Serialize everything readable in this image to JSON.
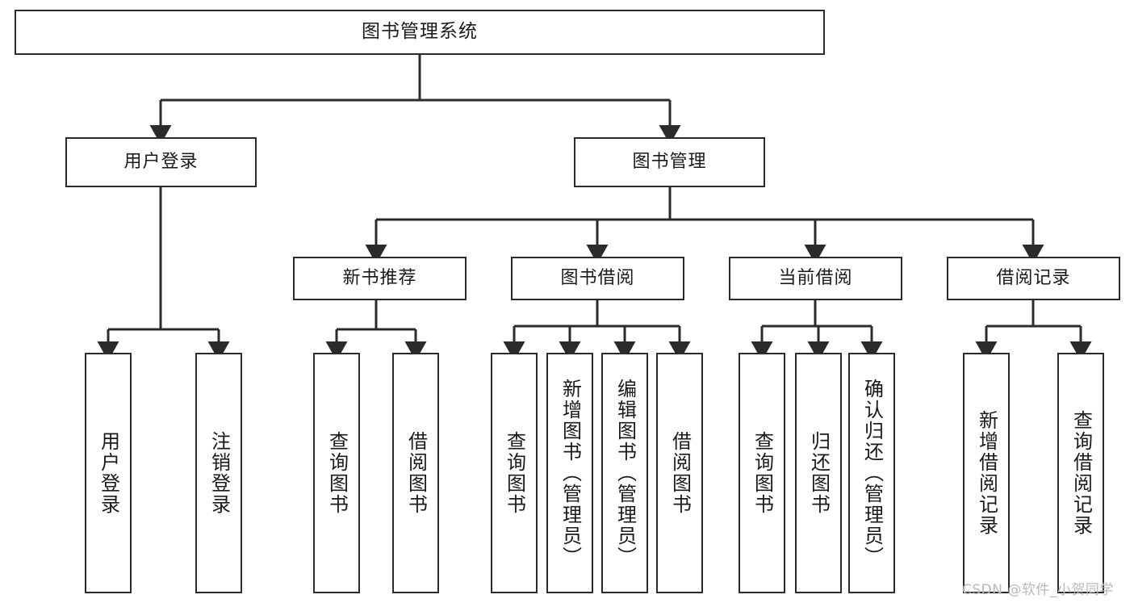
{
  "diagram": {
    "title_box": {
      "label": "图书管理系统"
    },
    "level2": [
      {
        "id": "user-login",
        "label": "用户登录"
      },
      {
        "id": "book-management",
        "label": "图书管理"
      }
    ],
    "level3": [
      {
        "id": "new-book-recommend",
        "label": "新书推荐"
      },
      {
        "id": "book-borrow",
        "label": "图书借阅"
      },
      {
        "id": "current-borrow",
        "label": "当前借阅"
      },
      {
        "id": "borrow-record",
        "label": "借阅记录"
      }
    ],
    "leaves": [
      {
        "id": "leaf-user-login",
        "label": "用户登录"
      },
      {
        "id": "leaf-logout-login",
        "label": "注销登录"
      },
      {
        "id": "leaf-query-book-1",
        "label": "查询图书"
      },
      {
        "id": "leaf-borrow-book-1",
        "label": "借阅图书"
      },
      {
        "id": "leaf-query-book-2",
        "label": "查询图书"
      },
      {
        "id": "leaf-add-book-admin",
        "label": "新增图书（管理员）"
      },
      {
        "id": "leaf-edit-book-admin",
        "label": "编辑图书（管理员）"
      },
      {
        "id": "leaf-borrow-book-2",
        "label": "借阅图书"
      },
      {
        "id": "leaf-query-book-3",
        "label": "查询图书"
      },
      {
        "id": "leaf-return-book",
        "label": "归还图书"
      },
      {
        "id": "leaf-confirm-return-admin",
        "label": "确认归还（管理员）"
      },
      {
        "id": "leaf-add-borrow-record",
        "label": "新增借阅记录"
      },
      {
        "id": "leaf-query-borrow-record",
        "label": "查询借阅记录"
      }
    ],
    "watermark": "CSDN @软件_小贺同学",
    "colors": {
      "stroke": "#2b2b2b",
      "text": "#1a1a1a",
      "background": "#ffffff",
      "watermark": "#b9b9b9"
    }
  }
}
